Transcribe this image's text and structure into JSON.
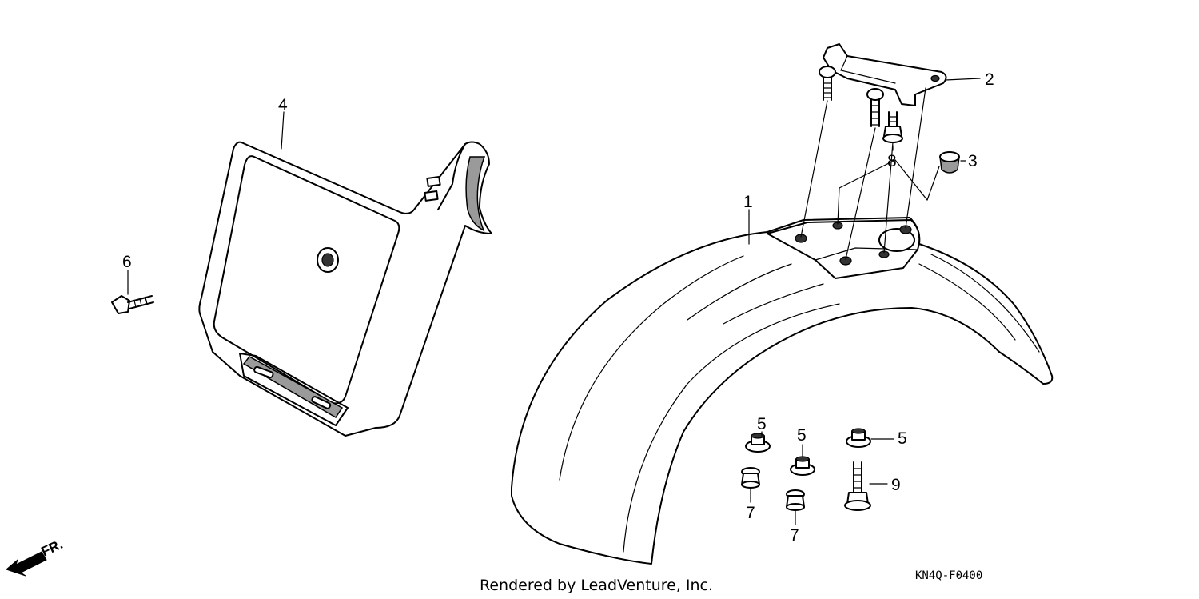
{
  "diagram_code": "KN4Q-F0400",
  "credit": "Rendered by LeadVenture, Inc.",
  "direction_label": "FR.",
  "callouts": [
    {
      "id": "p1",
      "text": "1"
    },
    {
      "id": "p2",
      "text": "2"
    },
    {
      "id": "p3",
      "text": "3"
    },
    {
      "id": "p4",
      "text": "4"
    },
    {
      "id": "p5a",
      "text": "5"
    },
    {
      "id": "p5b",
      "text": "5"
    },
    {
      "id": "p5c",
      "text": "5"
    },
    {
      "id": "p6",
      "text": "6"
    },
    {
      "id": "p7a",
      "text": "7"
    },
    {
      "id": "p7b",
      "text": "7"
    },
    {
      "id": "p8",
      "text": "8"
    },
    {
      "id": "p9",
      "text": "9"
    }
  ],
  "icons": {
    "direction": "front-direction-arrow-icon"
  }
}
